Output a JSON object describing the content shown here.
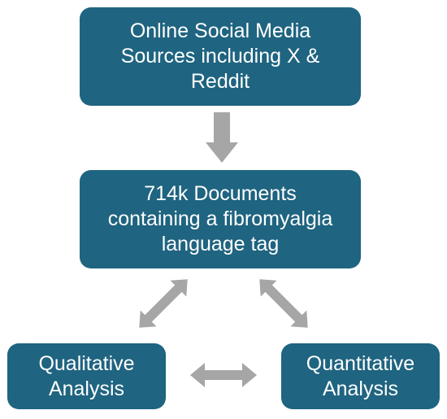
{
  "colors": {
    "box_fill": "#1f6480",
    "box_text": "#ffffff",
    "arrow": "#a6a6a6",
    "background": "#ffffff"
  },
  "nodes": {
    "sources": "Online Social Media\nSources including  X &\nReddit",
    "documents": "714k Documents\ncontaining a fibromyalgia\nlanguage tag",
    "qualitative": "Qualitative\nAnalysis",
    "quantitative": "Quantitative\nAnalysis"
  },
  "edges": [
    {
      "from": "sources",
      "to": "documents",
      "type": "one-way"
    },
    {
      "from": "documents",
      "to": "qualitative",
      "type": "two-way"
    },
    {
      "from": "documents",
      "to": "quantitative",
      "type": "two-way"
    },
    {
      "from": "qualitative",
      "to": "quantitative",
      "type": "two-way"
    }
  ]
}
